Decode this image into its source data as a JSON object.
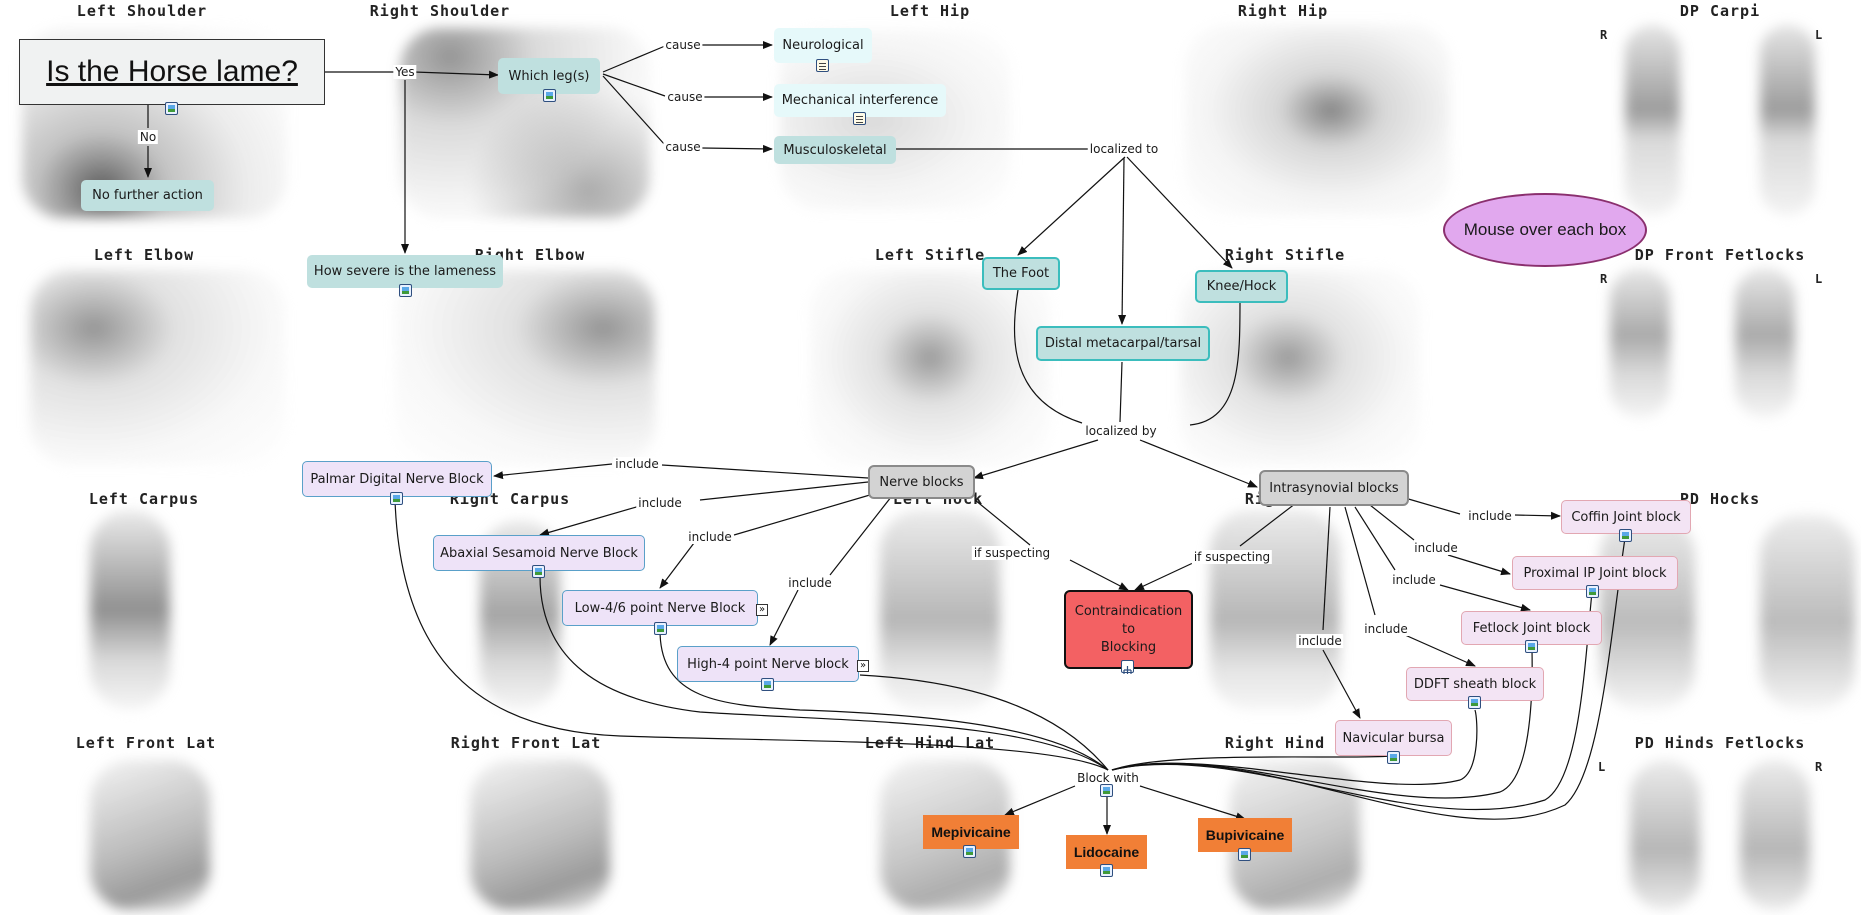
{
  "background_titles": {
    "left_shoulder": "Left Shoulder",
    "right_shoulder": "Right Shoulder",
    "left_hip": "Left Hip",
    "right_hip": "Right Hip",
    "dp_carpi": "DP Carpi",
    "left_elbow": "Left Elbow",
    "right_elbow": "Right Elbow",
    "left_stifle": "Left Stifle",
    "right_stifle": "Right Stifle",
    "dp_front_fetlocks": "DP Front Fetlocks",
    "left_carpus": "Left Carpus",
    "right_carpus": "Right Carpus",
    "left_hock": "Left Hock",
    "right_hock": "Right Hock",
    "pd_hocks": "PD Hocks",
    "left_front_lat": "Left Front Lat",
    "right_front_lat": "Right Front Lat",
    "left_hind_lat": "Left Hind Lat",
    "right_hind": "Right Hind",
    "pd_hinds_fetlocks": "PD Hinds Fetlocks"
  },
  "side_markers": {
    "dp_carpi_r": "R",
    "dp_carpi_l": "L",
    "dp_front_r": "R",
    "dp_front_l": "L",
    "pd_hinds_l": "L",
    "pd_hinds_r": "R"
  },
  "nodes": {
    "question": "Is the Horse lame?",
    "no_action": "No further action",
    "which_legs": "Which leg(s)",
    "how_severe": "How severe is the lameness",
    "neurological": "Neurological",
    "mechanical": "Mechanical interference",
    "musculoskeletal": "Musculoskeletal",
    "the_foot": "The Foot",
    "knee_hock": "Knee/Hock",
    "distal": "Distal metacarpal/tarsal",
    "nerve_blocks": "Nerve blocks",
    "intrasynovial": "Intrasynovial blocks",
    "palmar_digital": "Palmar Digital Nerve Block",
    "abaxial": "Abaxial Sesamoid Nerve Block",
    "low_46": "Low-4/6 point Nerve Block",
    "high_4": "High-4 point Nerve block",
    "contra_1": "Contraindication",
    "contra_2": "to",
    "contra_3": "Blocking",
    "coffin": "Coffin Joint block",
    "proximal_ip": "Proximal IP Joint block",
    "fetlock": "Fetlock Joint block",
    "ddft": "DDFT sheath block",
    "navicular": "Navicular bursa",
    "mepivicaine": "Mepivicaine",
    "lidocaine": "Lidocaine",
    "bupivicaine": "Bupivicaine",
    "mouse_over": "Mouse over each box"
  },
  "link_labels": {
    "yes": "Yes",
    "no": "No",
    "cause_1": "cause",
    "cause_2": "cause",
    "cause_3": "cause",
    "localized_to": "localized to",
    "localized_by": "localized by",
    "include_1": "include",
    "include_2": "include",
    "include_3": "include",
    "include_4": "include",
    "include_5": "include",
    "include_6": "include",
    "include_7": "include",
    "include_8": "include",
    "include_9": "include",
    "if_suspecting_1": "if suspecting",
    "if_suspecting_2": "if suspecting",
    "block_with": "Block with"
  },
  "colors": {
    "teal_node": "#bfe0df",
    "teal_border": "#3bbdbd",
    "purple_node": "#eee3f8",
    "pink_node": "#f3e4f4",
    "orange_node": "#f17f36",
    "red_node": "#f36163",
    "ellipse": "#e1a8ee",
    "link": "#111111"
  }
}
